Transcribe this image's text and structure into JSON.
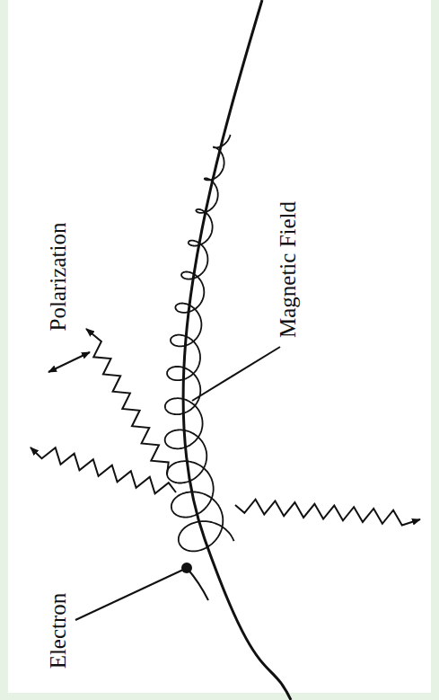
{
  "diagram": {
    "labels": [
      "Polarization",
      "Magnetic Field",
      "Electron"
    ]
  }
}
